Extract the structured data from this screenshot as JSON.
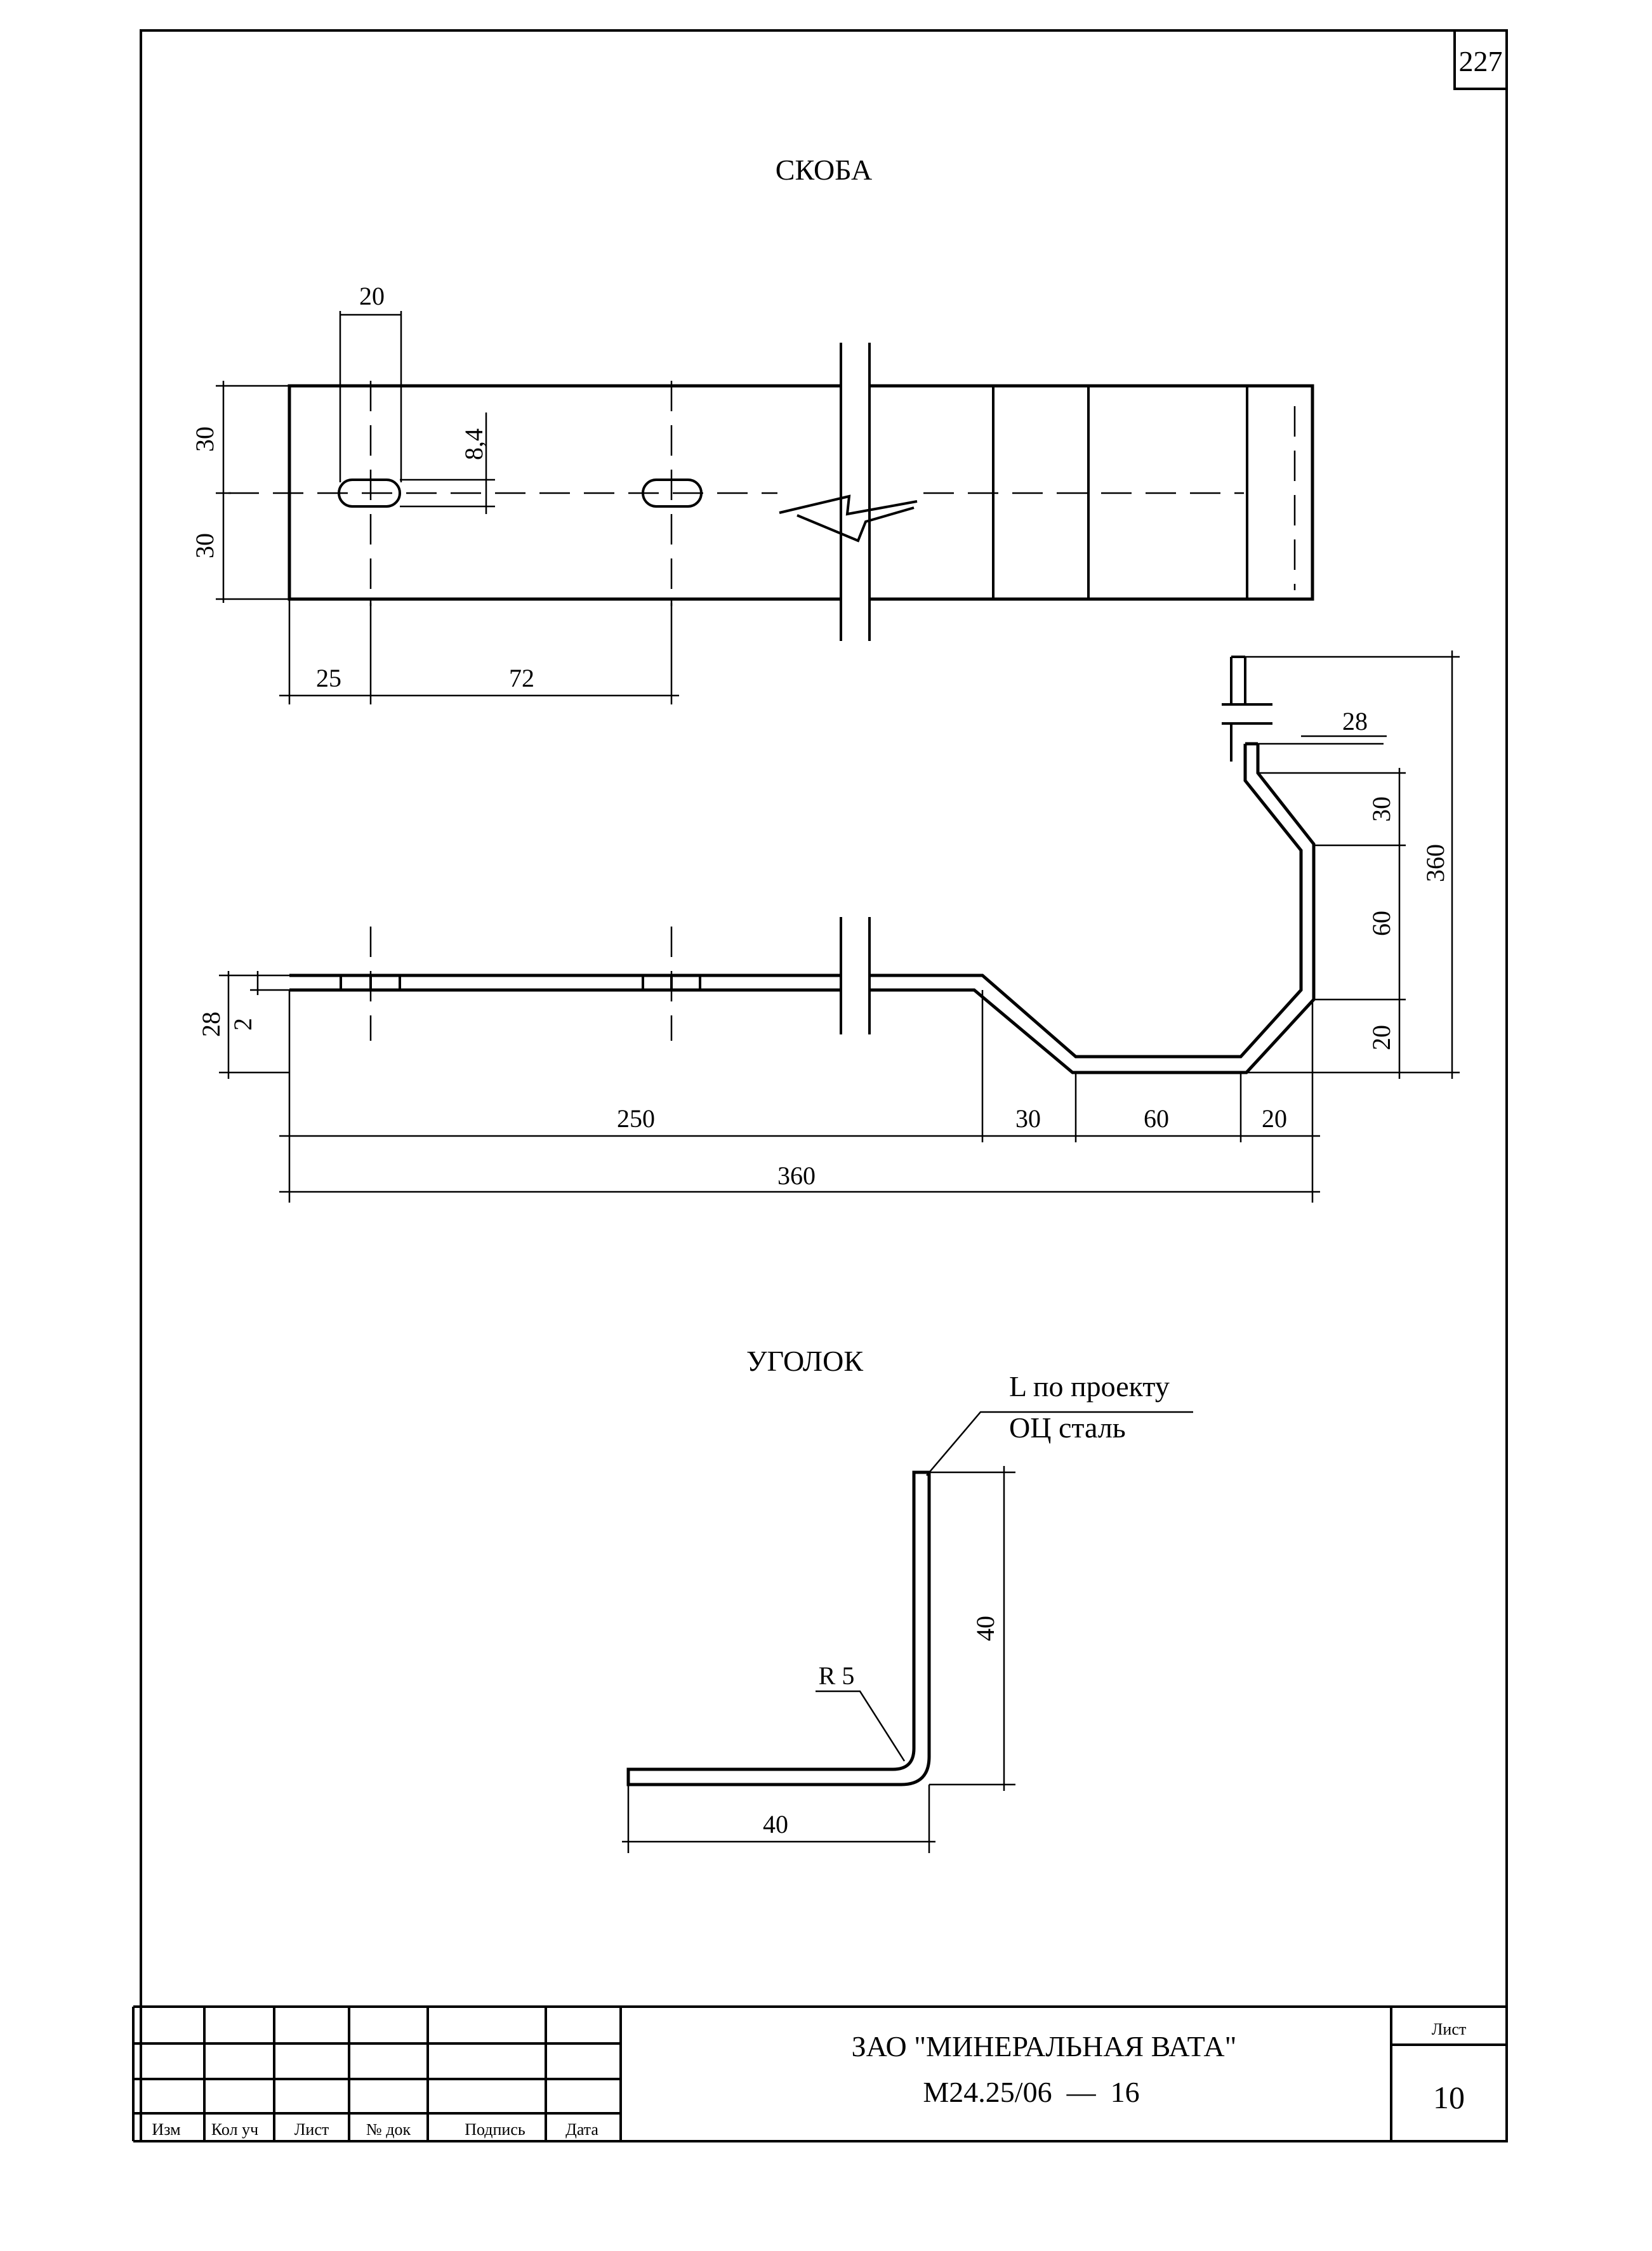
{
  "page_number": "227",
  "skoba": {
    "title": "СКОБА",
    "plan_dims": {
      "slot_width": "20",
      "edge_top": "30",
      "edge_bottom": "30",
      "slot_height": "8,4",
      "offset_first": "25",
      "pitch": "72"
    },
    "profile_dims": {
      "flange_height": "28",
      "thickness": "2",
      "length_flat": "250",
      "seg_1": "30",
      "seg_2": "60",
      "seg_3": "20",
      "overall": "360",
      "top_flange": "28",
      "v_1": "30",
      "v_2": "60",
      "v_3": "20",
      "overall_height": "360"
    }
  },
  "ugolok": {
    "title": "УГОЛОК",
    "note_line1": "L по проекту",
    "note_line2": "ОЦ сталь",
    "radius": "R 5",
    "height": "40",
    "width": "40"
  },
  "title_block": {
    "headers": [
      "Изм",
      "Кол уч",
      "Лист",
      "№ док",
      "Подпись",
      "Дата"
    ],
    "org": "ЗАО \"МИНЕРАЛЬНАЯ ВАТА\"",
    "doc_code": "М24.25/06  —  16",
    "sheet_label": "Лист",
    "sheet_no": "10"
  },
  "colors": {
    "ink": "#000000",
    "paper": "#ffffff"
  }
}
